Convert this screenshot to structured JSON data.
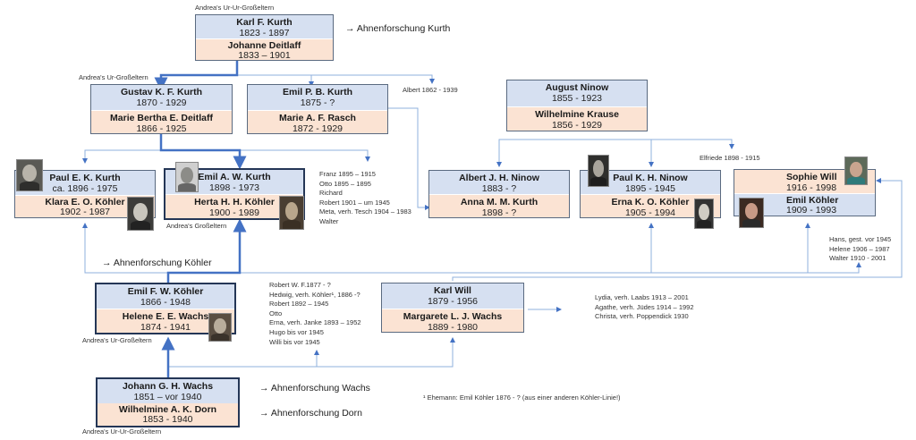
{
  "labels": {
    "ur_ur_top": "Andrea's Ur-Ur-Großeltern",
    "ur_gustav": "Andrea's Ur-Großeltern",
    "grosseltern": "Andrea's Großeltern",
    "ur_emil": "Andrea's Ur-Großeltern",
    "ur_ur_bottom": "Andrea's Ur-Ur-Großeltern"
  },
  "links": {
    "kurth": "→ Ahnenforschung Kurth",
    "koehler": "→ Ahnenforschung Köhler",
    "wachs": "→ Ahnenforschung Wachs",
    "dorn": "→ Ahnenforschung Dorn"
  },
  "couples": {
    "karl": {
      "p1": {
        "name": "Karl F. Kurth",
        "years": "1823 - 1897"
      },
      "p2": {
        "name": "Johanne Deitlaff",
        "years": "1833 – 1901"
      }
    },
    "gustav": {
      "p1": {
        "name": "Gustav K. F. Kurth",
        "years": "1870 - 1929"
      },
      "p2": {
        "name": "Marie Bertha E.  Deitlaff",
        "years": "1866 - 1925"
      }
    },
    "emilpb": {
      "p1": {
        "name": "Emil P. B. Kurth",
        "years": "1875 - ?"
      },
      "p2": {
        "name": "Marie A. F. Rasch",
        "years": "1872 - 1929"
      }
    },
    "august": {
      "p1": {
        "name": "August Ninow",
        "years": "1855 - 1923"
      },
      "p2": {
        "name": "Wilhelmine Krause",
        "years": "1856 - 1929"
      }
    },
    "paulek": {
      "p1": {
        "name": "Paul E. K. Kurth",
        "years": "ca. 1896 - 1975"
      },
      "p2": {
        "name": "Klara E. O. Köhler",
        "years": "1902 - 1987"
      }
    },
    "emilaw": {
      "p1": {
        "name": "Emil A. W. Kurth",
        "years": "1898 - 1973"
      },
      "p2": {
        "name": "Herta H. H. Köhler",
        "years": "1900 - 1989"
      }
    },
    "albertjh": {
      "p1": {
        "name": "Albert J. H. Ninow",
        "years": "1883 - ?"
      },
      "p2": {
        "name": "Anna M. M. Kurth",
        "years": "1898 - ?"
      }
    },
    "paulkh": {
      "p1": {
        "name": "Paul K. H. Ninow",
        "years": "1895 - 1945"
      },
      "p2": {
        "name": "Erna K. O. Köhler",
        "years": "1905 - 1994"
      }
    },
    "sophie": {
      "p1": {
        "name": "Sophie Will",
        "years": "1916 - 1998"
      },
      "p2": {
        "name": "Emil Köhler",
        "years": "1909 - 1993"
      }
    },
    "emilfw": {
      "p1": {
        "name": "Emil F. W. Köhler",
        "years": "1866 - 1948"
      },
      "p2": {
        "name": "Helene E. E. Wachs",
        "years": "1874 - 1941"
      }
    },
    "karlwill": {
      "p1": {
        "name": "Karl Will",
        "years": "1879 - 1956"
      },
      "p2": {
        "name": "Margarete L. J. Wachs",
        "years": "1889 - 1980"
      }
    },
    "johann": {
      "p1": {
        "name": "Johann G. H. Wachs",
        "years": "1851 – vor 1940"
      },
      "p2": {
        "name": "Wilhelmine A. K. Dorn",
        "years": "1853 - 1940"
      }
    }
  },
  "singles": {
    "albert": "Albert 1862 - 1939",
    "elfriede": "Elfriede 1898 - 1915"
  },
  "lists": {
    "kurth_children": [
      "Franz 1895 – 1915",
      "Otto 1895 – 1895",
      "Richard",
      "Robert 1901 – um 1945",
      "Meta, verh. Tesch 1904 – 1983",
      "Walter"
    ],
    "koehler_children": [
      "Robert W. F.1877 - ?",
      "Hedwig, verh. Köhler¹, 1886 -?",
      "Robert 1892 – 1945",
      "Otto",
      "Erna, verh. Janke 1893 – 1952",
      "Hugo bis vor 1945",
      "Willi bis vor 1945"
    ],
    "will_children": [
      "Lydia, verh. Laabs 1913 – 2001",
      "Agathe, verh. Jüdes 1914 – 1992",
      "Christa, verh. Poppendick 1930"
    ],
    "emil_koehler_children": [
      "Hans, gest. vor 1945",
      "Helene 1906 – 1987",
      "Walter 1910 - 2001"
    ]
  },
  "footnote": "¹ Ehemann: Emil Köhler 1876 - ? (aus einer anderen Köhler-Linie!)",
  "colors": {
    "line_thin": "#8fb0dd",
    "line_thick": "#4472c4",
    "male_bg": "#d6e0f1",
    "female_bg": "#fbe3d3"
  }
}
